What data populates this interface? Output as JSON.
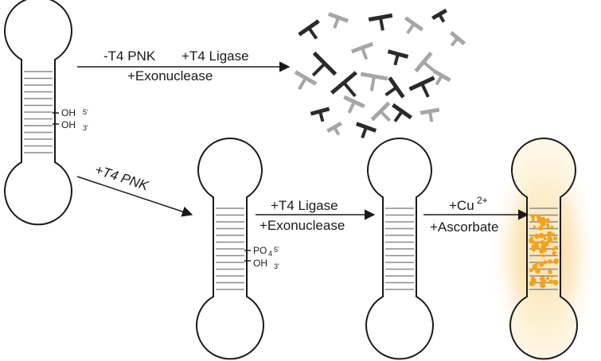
{
  "labels": {
    "step1_minus_pnk": "-T4 PNK",
    "step1_ligase": "+T4 Ligase",
    "step1_exo": "+Exonuclease",
    "step2_pnk": "+T4 PNK",
    "step3_ligase": "+T4 Ligase",
    "step3_exo": "+Exonuclease",
    "step4_cu": "+Cu",
    "step4_cu_charge": "2+",
    "step4_asc": "+Ascorbate"
  },
  "ends": {
    "oh_5": "OH",
    "oh_5_sub": "5'",
    "oh_3": "OH",
    "oh_3_sub": "3'",
    "po4_5": "PO",
    "po4_sub": "4",
    "po4_5_prime": "5'",
    "oh2_3": "OH",
    "oh2_3_sub": "3'"
  },
  "colors": {
    "outline": "#1a1a1a",
    "rung": "#8c8c8c",
    "fragment_dark": "#2a2a2a",
    "fragment_light": "#a6a6a6",
    "glow": "#f4b642",
    "particle": "#f5a21b"
  }
}
